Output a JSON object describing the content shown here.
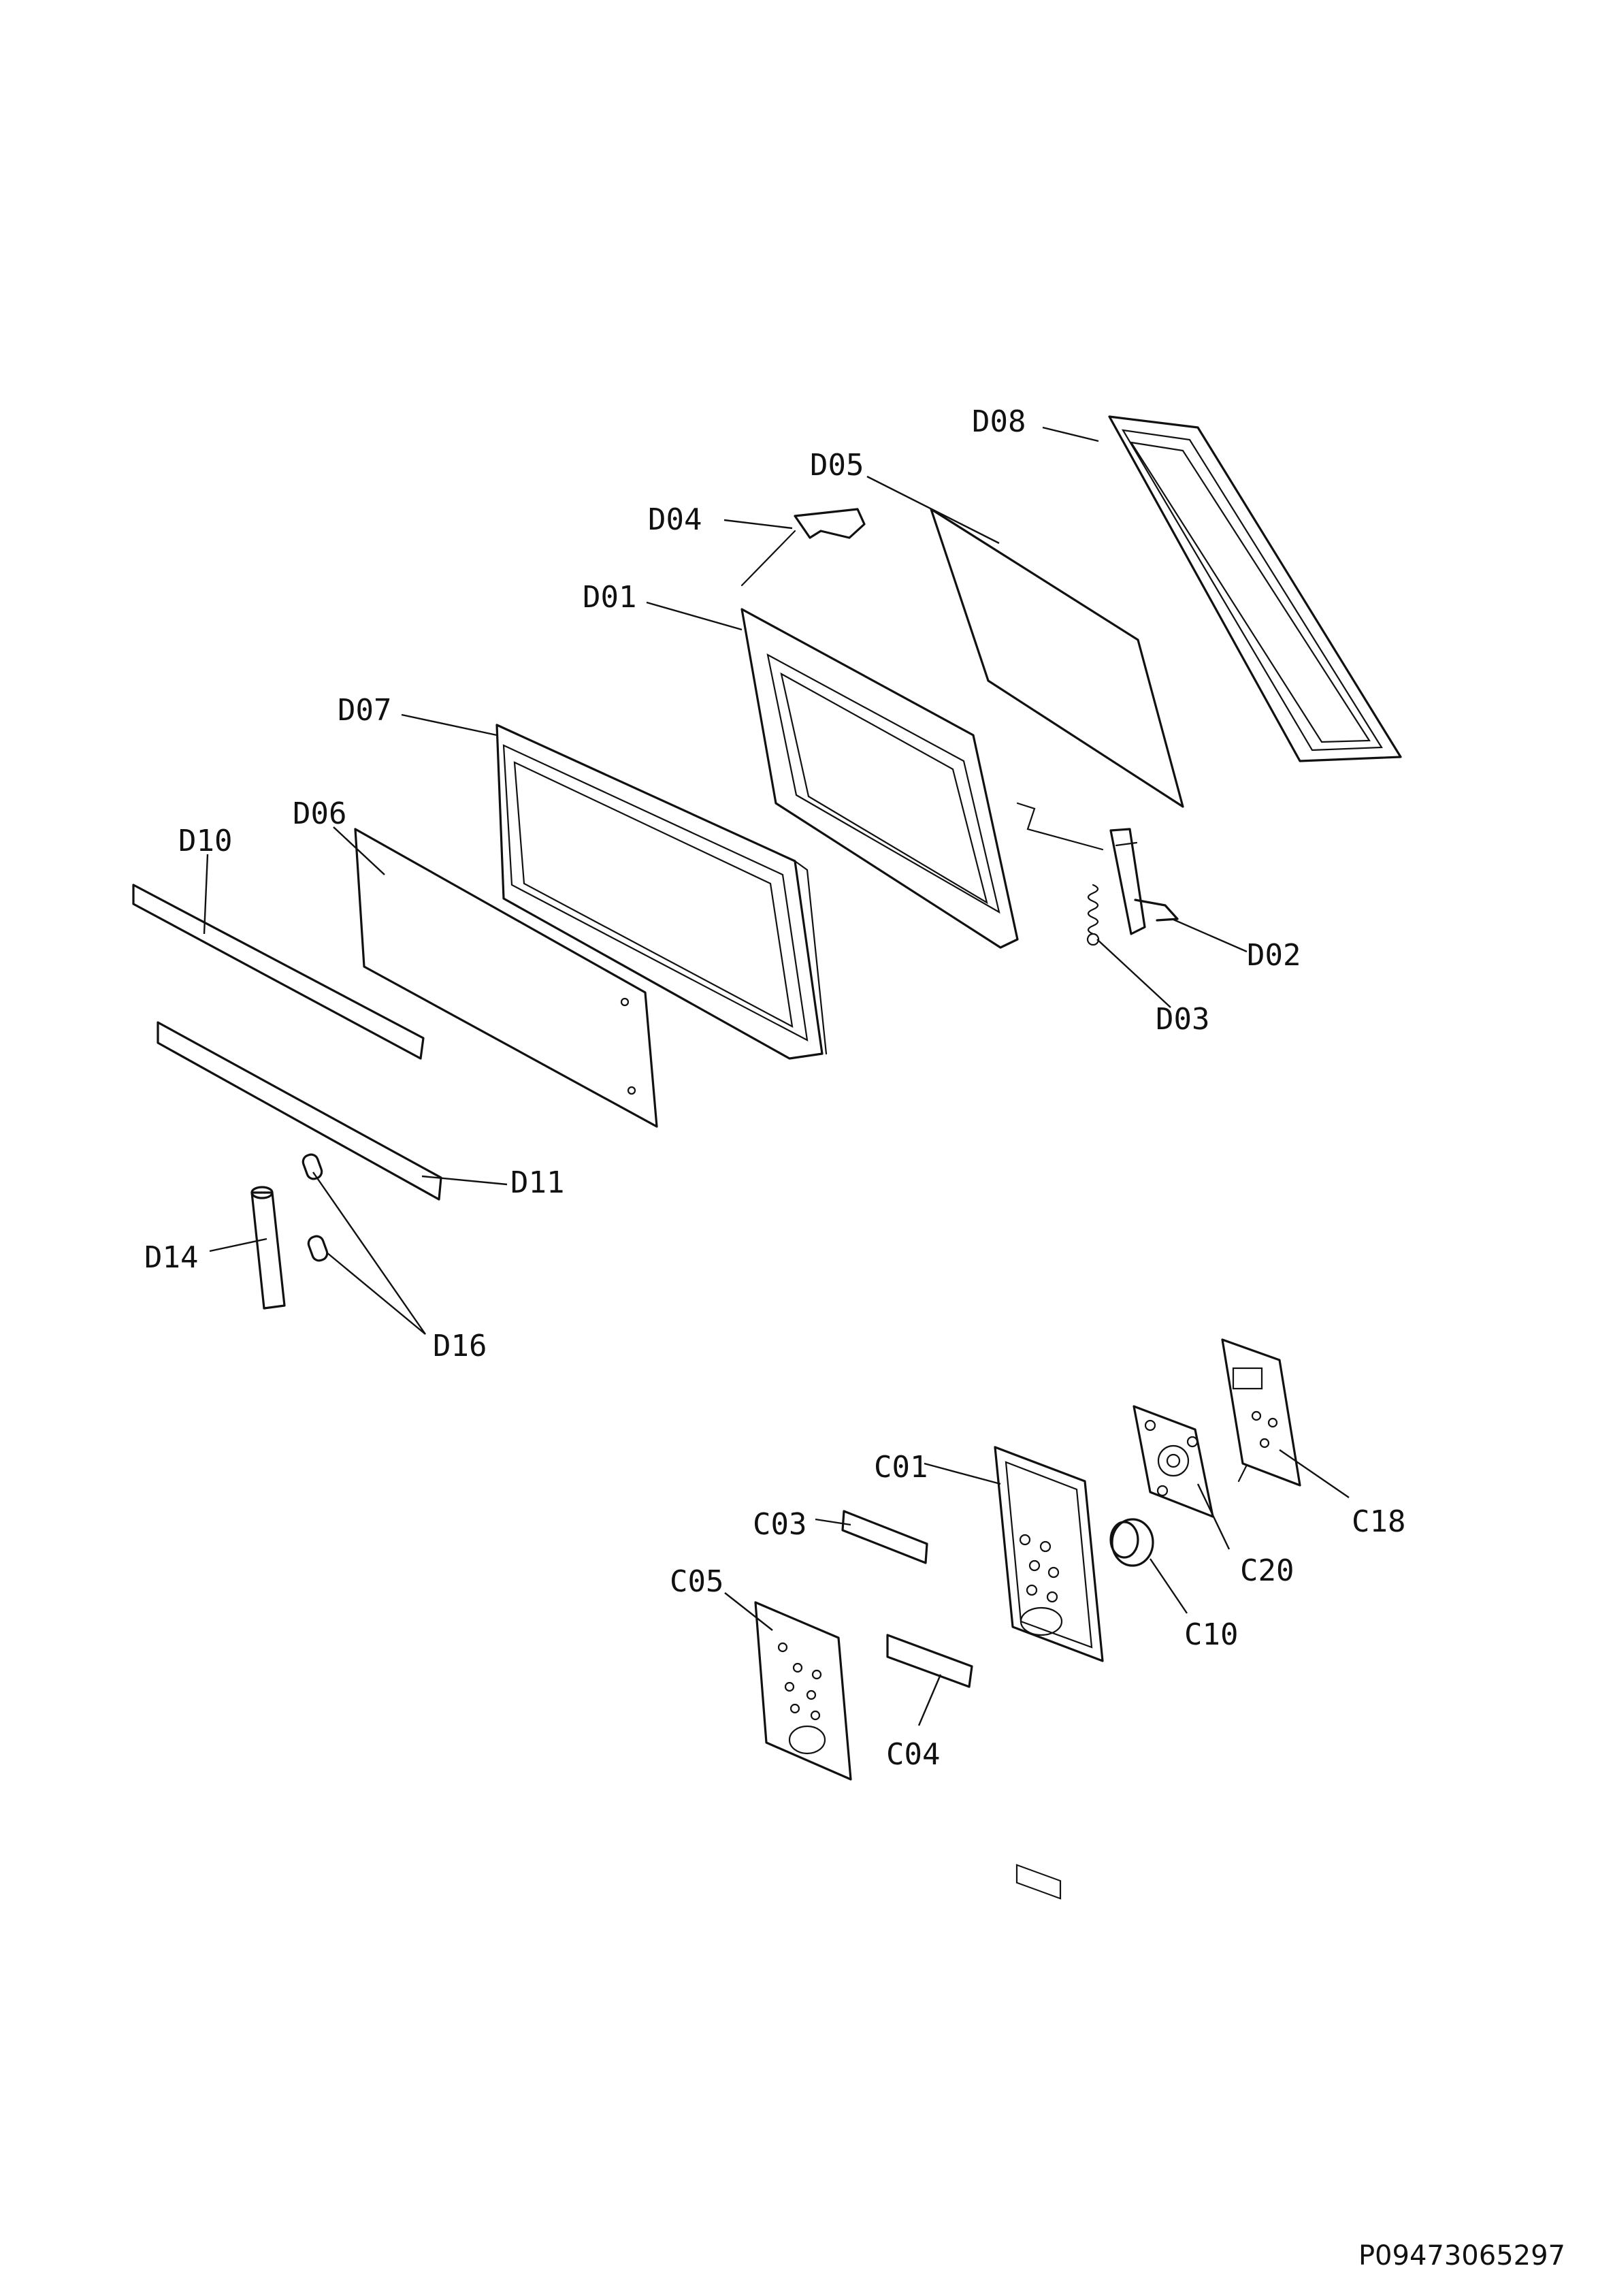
{
  "labels": {
    "D08": "D08",
    "D05": "D05",
    "D04": "D04",
    "D01": "D01",
    "D07": "D07",
    "D06": "D06",
    "D10": "D10",
    "D02": "D02",
    "D03": "D03",
    "D11": "D11",
    "D14": "D14",
    "D16": "D16",
    "C01": "C01",
    "C03": "C03",
    "C05": "C05",
    "C04": "C04",
    "C10": "C10",
    "C20": "C20",
    "C18": "C18"
  },
  "document_code": "P09473065297"
}
